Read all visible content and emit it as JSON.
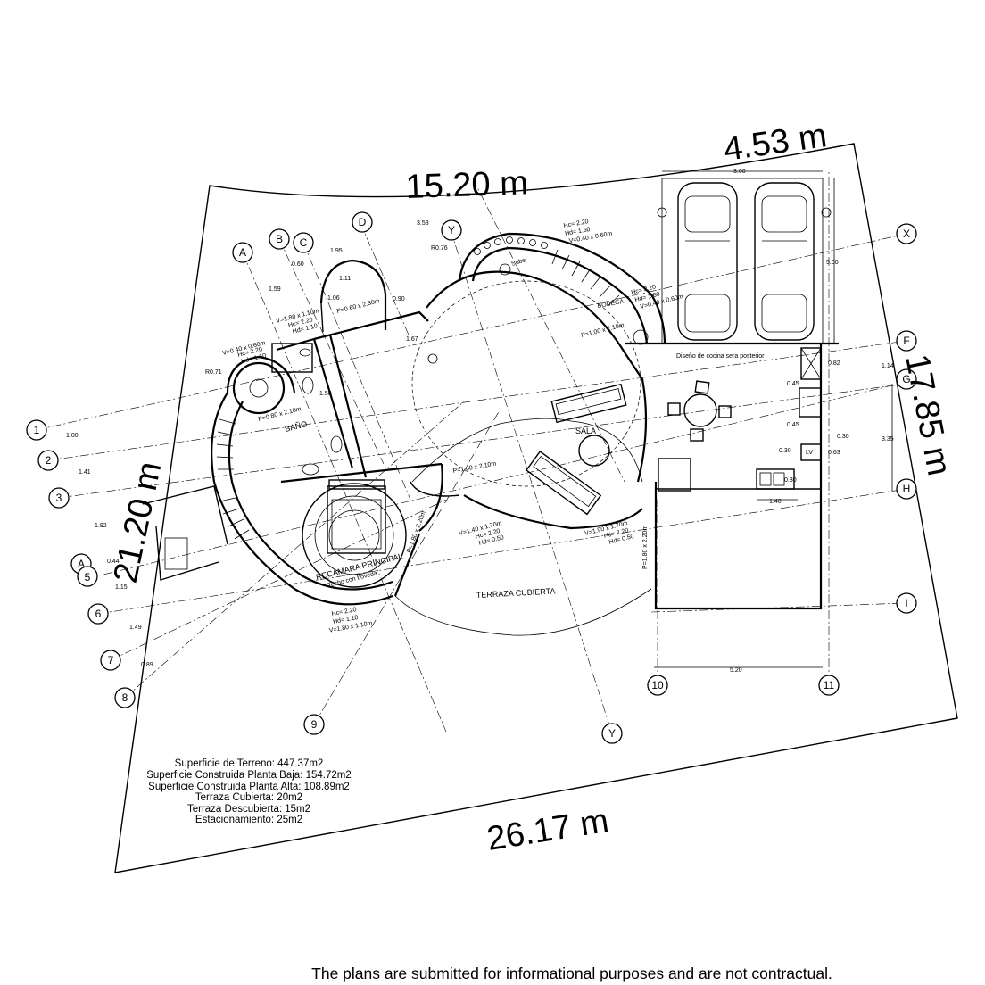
{
  "dimensions": {
    "top_left": "15.20 m",
    "top_right": "4.53 m",
    "right": "17.85 m",
    "left": "21.20 m",
    "bottom": "26.17 m"
  },
  "rooms": {
    "sala": "SALA",
    "bano": "BAÑO",
    "recamara": "RECAMARA PRINCIPAL",
    "recamara_note": "Techo con boveda",
    "terraza": "TERRAZA CUBIERTA",
    "cocina_note": "Diseño de cocina sera posterior",
    "lv": "LV",
    "sube": "Sube",
    "bodega": "BODEGA"
  },
  "grid_labels": {
    "letters": [
      "A",
      "B",
      "C",
      "D",
      "Y",
      "X",
      "F",
      "G",
      "H",
      "I",
      "Y",
      "A"
    ],
    "numbers": [
      "1",
      "2",
      "3",
      "5",
      "6",
      "7",
      "8",
      "9",
      "10",
      "11"
    ]
  },
  "measurements": [
    "1.95",
    "3.58",
    "0.60",
    "1.59",
    "1.11",
    "1.06",
    "0.90",
    "1.67",
    "1.58",
    "R0.76",
    "R0.71",
    "3.00",
    "5.00",
    "0.82",
    "1.14",
    "0.45",
    "0.45",
    "0.30",
    "0.30",
    "0.63",
    "3.35",
    "1.40",
    "5.20",
    "1.00",
    "1.41",
    "1.92",
    "0.44",
    "1.15",
    "1.49",
    "0.89",
    "0.30"
  ],
  "annotations": {
    "win_top": [
      "Hc= 2.20",
      "Hd= 1.60",
      "V=0.40 x 0.60m"
    ],
    "win_right": [
      "Hc= 2.20",
      "Hd= 1.60",
      "V=0.40 x 0.60m"
    ],
    "win_bath": [
      "V=1.80 x 1.10m",
      "Hc= 2.20",
      "Hd= 1.10"
    ],
    "win_left": [
      "V=0.40 x 0.60m",
      "Hc= 2.20",
      "Hd= 1.60"
    ],
    "win_bottom_left": [
      "Hc= 2.20",
      "Hd= 1.10",
      "V=1.80 x 1.10m"
    ],
    "win_terrace1": [
      "V=1.40 x 1.70m",
      "Hc= 2.20",
      "Hd= 0.50"
    ],
    "win_terrace2": [
      "V=1.90 x 1.70m",
      "Hc= 2.20",
      "Hd= 0.50"
    ],
    "doors": [
      "P=1.00 x 2.10m",
      "P=1.00 x 2.10m",
      "P=1.80 x 2.20m",
      "P=1.80 x 2.20m",
      "P=0.80 x 2.10m",
      "P=0.60 x 2.30m"
    ]
  },
  "summary": [
    "Superficie de Terreno: 447.37m2",
    "Superficie Construida Planta Baja: 154.72m2",
    "Superficie Construida Planta Alta: 108.89m2",
    "Terraza Cubierta: 20m2",
    "Terraza Descubierta: 15m2",
    "Estacionamiento: 25m2"
  ],
  "disclaimer": "The plans are submitted for informational purposes and are not contractual."
}
